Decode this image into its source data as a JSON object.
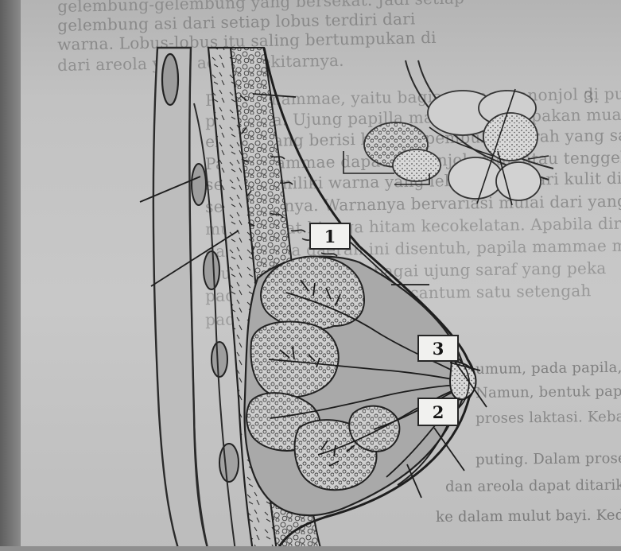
{
  "background_text": {
    "lines": [
      "gelembung-gelembung yang bersekat. Jadi setiap",
      "gelembung asi dari setiap lobus terdiri dari",
      "warna. Lobus-lobus itu saling bertumpukan di",
      "dari areola yang ada di sekitarnya.",
      "3.",
      "Papilla mammae, yaitu bagian yang menonjol di puncak areola",
      "payudara. Ujung papilla mammae merupakan muara tiga jaringan",
      "erektil yang berisi banyak pembuluh darah yang sangat peka.",
      "Papila mammae dapat menonjol, rata, atau tenggelam,",
      "serta memiliki warna yang lebih gelap dari kulit di",
      "sekelilingnya. Warnanya bervariasi mulai dari yang merah",
      "muda pucat hingga hitam kecokelatan. Apabila dirangsang oleh",
      "dan apabila daerah ini disentuh, papila mammae menjadi tegak",
      "ujung ini tersedia sebagai ujung saraf yang peka",
      "pada papila mammae tercantum satu setengah",
      "pada saluran",
      "umum, pada papila, tampak tidak terbalik (inverted).",
      "Namun, bentuk papila dapat berubah dengan berkembang pada",
      "proses laktasi. Kebanyakan ibu memiliki payudara ibu bukan pada",
      "puting. Dalam proses laktasi yang terjadi adalah puting susu",
      "dan areola dapat ditarik sehingga membentuk tonjolan atau dot",
      "ke dalam mulut bayi. Kedua dapat terjadi pada puting normal"
    ]
  },
  "labels": {
    "box_1": "1",
    "box_2": "2",
    "box_3": "3"
  },
  "colors": {
    "ink": "#2a2a2a",
    "tissue": "#a6a6a6",
    "lobule": "#d4d4d4",
    "box_fill": "#f1f1ef"
  }
}
